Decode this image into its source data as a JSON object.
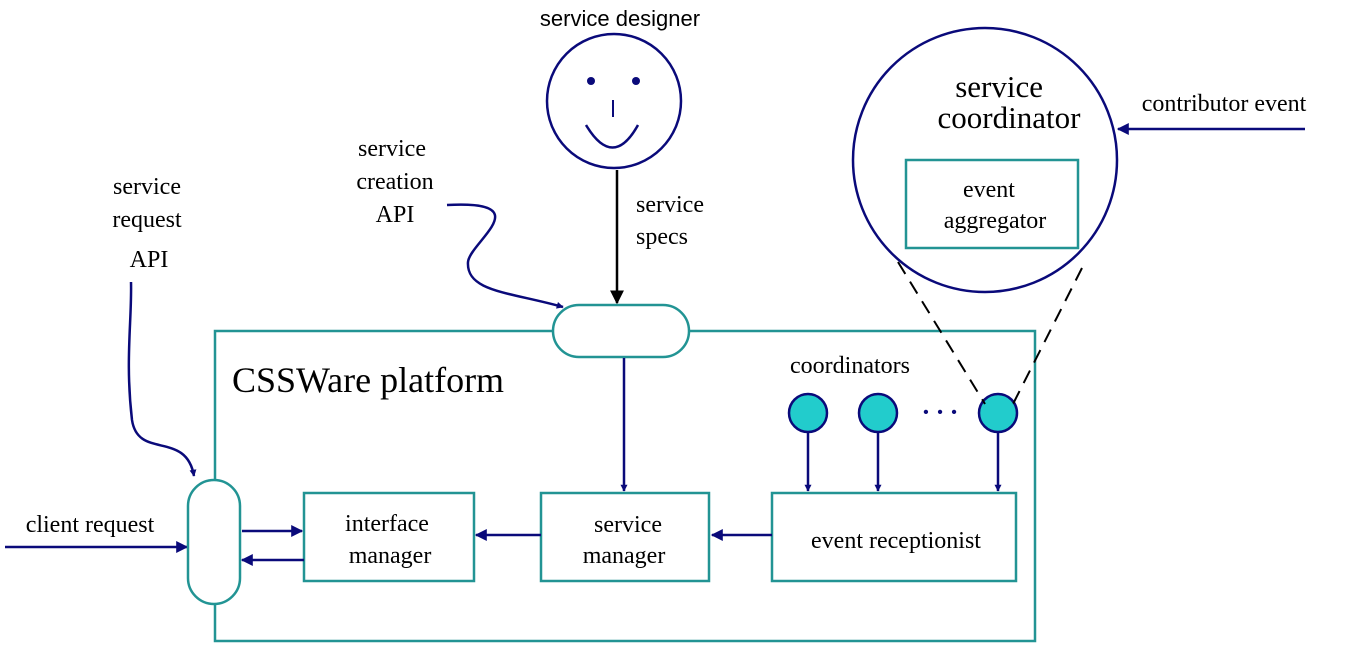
{
  "diagram": {
    "designer_label": "service designer",
    "service_specs": [
      "service",
      "specs"
    ],
    "creation_api": [
      "service",
      "creation",
      "API"
    ],
    "request_api": [
      "service",
      "request",
      "API"
    ],
    "client_request": "client request",
    "contributor_event": "contributor event",
    "coordinator_title": [
      "service",
      "coordinator"
    ],
    "event_aggregator": [
      "event",
      "aggregator"
    ],
    "platform_title": "CSSWare platform",
    "coordinators_label": "coordinators",
    "ellipsis": "• • •",
    "interface_manager": [
      "interface",
      "manager"
    ],
    "service_manager": [
      "service",
      "manager"
    ],
    "event_receptionist": "event receptionist",
    "colors": {
      "teal": "#229494",
      "navy": "#0a0a7a",
      "cyan_fill": "#22cccc",
      "black": "#000000"
    }
  }
}
